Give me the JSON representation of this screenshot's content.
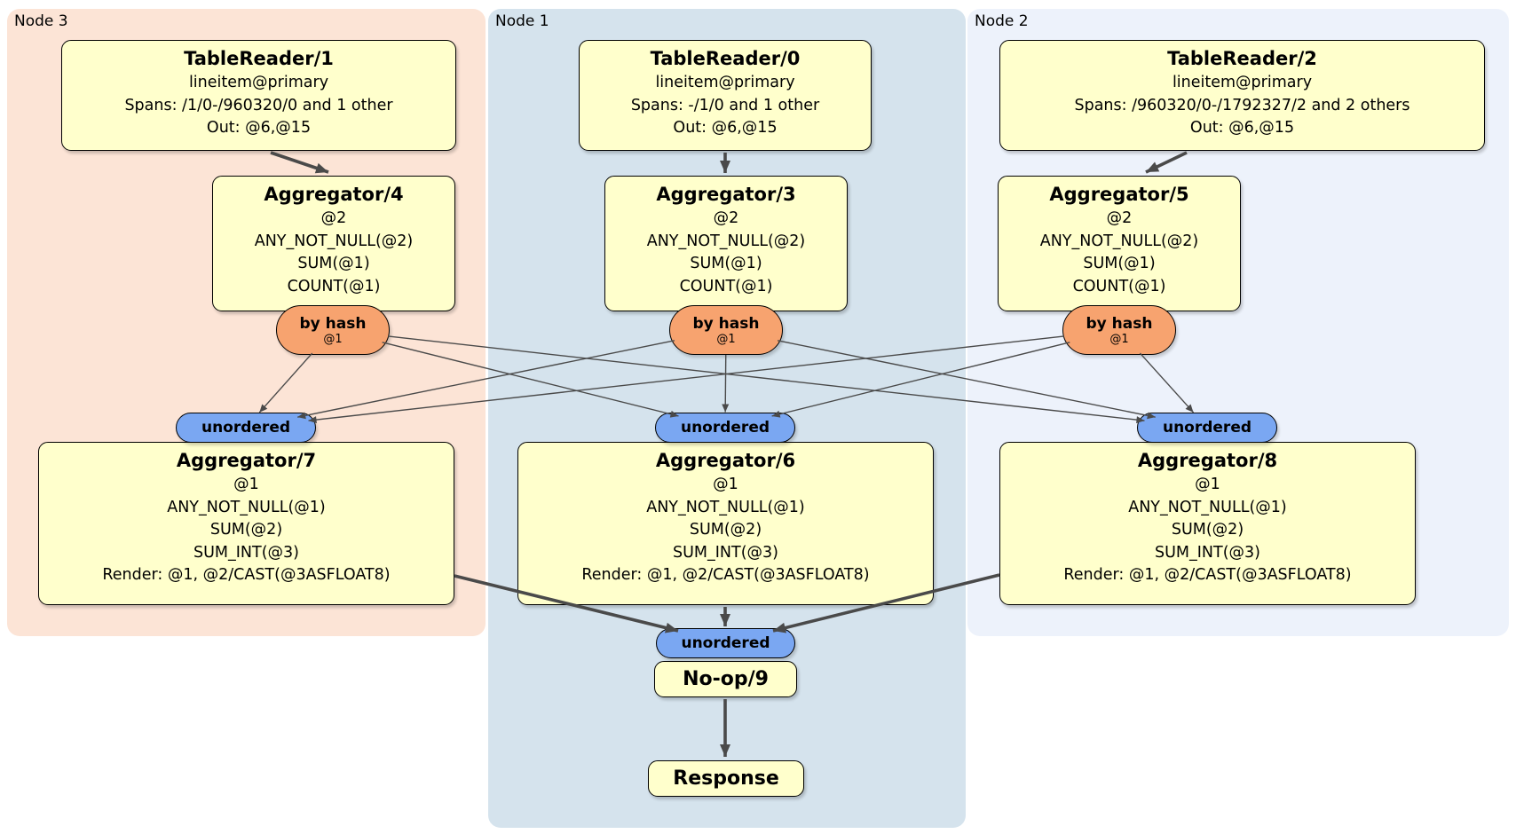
{
  "colors": {
    "node3_bg": "#fce4d6",
    "node1_bg": "#d5e3ed",
    "node2_bg": "#edf2fb",
    "box_fill": "#ffffcc",
    "router_fill": "#f7a36f",
    "sync_fill": "#7aa7f2",
    "edge": "#4a4a4a"
  },
  "groups": {
    "node3": {
      "label": "Node 3"
    },
    "node1": {
      "label": "Node 1"
    },
    "node2": {
      "label": "Node 2"
    }
  },
  "processors": {
    "tr1": {
      "title": "TableReader/1",
      "lines": [
        "lineitem@primary",
        "Spans: /1/0-/960320/0 and 1 other",
        "Out: @6,@15"
      ]
    },
    "tr0": {
      "title": "TableReader/0",
      "lines": [
        "lineitem@primary",
        "Spans: -/1/0 and 1 other",
        "Out: @6,@15"
      ]
    },
    "tr2": {
      "title": "TableReader/2",
      "lines": [
        "lineitem@primary",
        "Spans: /960320/0-/1792327/2 and 2 others",
        "Out: @6,@15"
      ]
    },
    "agg4": {
      "title": "Aggregator/4",
      "lines": [
        "@2",
        "ANY_NOT_NULL(@2)",
        "SUM(@1)",
        "COUNT(@1)"
      ]
    },
    "agg3": {
      "title": "Aggregator/3",
      "lines": [
        "@2",
        "ANY_NOT_NULL(@2)",
        "SUM(@1)",
        "COUNT(@1)"
      ]
    },
    "agg5": {
      "title": "Aggregator/5",
      "lines": [
        "@2",
        "ANY_NOT_NULL(@2)",
        "SUM(@1)",
        "COUNT(@1)"
      ]
    },
    "agg7": {
      "title": "Aggregator/7",
      "lines": [
        "@1",
        "ANY_NOT_NULL(@1)",
        "SUM(@2)",
        "SUM_INT(@3)",
        "Render: @1, @2/CAST(@3ASFLOAT8)"
      ]
    },
    "agg6": {
      "title": "Aggregator/6",
      "lines": [
        "@1",
        "ANY_NOT_NULL(@1)",
        "SUM(@2)",
        "SUM_INT(@3)",
        "Render: @1, @2/CAST(@3ASFLOAT8)"
      ]
    },
    "agg8": {
      "title": "Aggregator/8",
      "lines": [
        "@1",
        "ANY_NOT_NULL(@1)",
        "SUM(@2)",
        "SUM_INT(@3)",
        "Render: @1, @2/CAST(@3ASFLOAT8)"
      ]
    },
    "noop": {
      "title": "No-op/9"
    },
    "response": {
      "title": "Response"
    }
  },
  "router": {
    "label": "by hash",
    "detail": "@1"
  },
  "sync": {
    "label": "unordered"
  }
}
